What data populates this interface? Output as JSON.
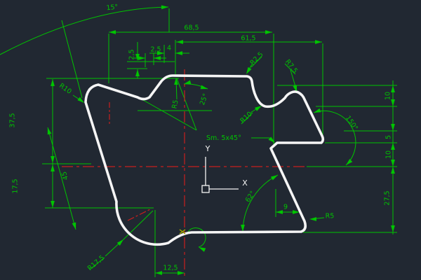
{
  "app": {
    "view": "cad-drawing-viewport"
  },
  "colors": {
    "background": "#212832",
    "dimension_green": "#00c400",
    "centerline_red": "#c81e1e",
    "profile_white": "#f5f5f5",
    "marker_olive": "#9aa000"
  },
  "labels": {
    "angle_top": "15°",
    "len_68_5": "68,5",
    "len_61_5": "61,5",
    "len_2_5_v": "2,5",
    "len_2_5_h": "2,5",
    "len_4": "4",
    "rad_r10_tl": "R10",
    "rad_r5_top": "R5",
    "angle_25": "25°",
    "rad_r2_5": "R2,5",
    "rad_r10_notch": "R10",
    "rad_r7_5": "R7,5",
    "angle_150": "150°",
    "len_10_upper": "10",
    "len_5": "5",
    "len_10_lower": "10",
    "len_27_5": "27,5",
    "note_chamfer": "Sm. 5x45°",
    "angle_62": "62°",
    "len_9": "9",
    "rad_r5_br": "R5",
    "len_12_5": "12,5",
    "len_37_5": "37,5",
    "len_17_5": "17,5",
    "len_45_slant": "45",
    "rad_r17_5": "R17,5",
    "ucs_x": "X",
    "ucs_y": "Y"
  }
}
